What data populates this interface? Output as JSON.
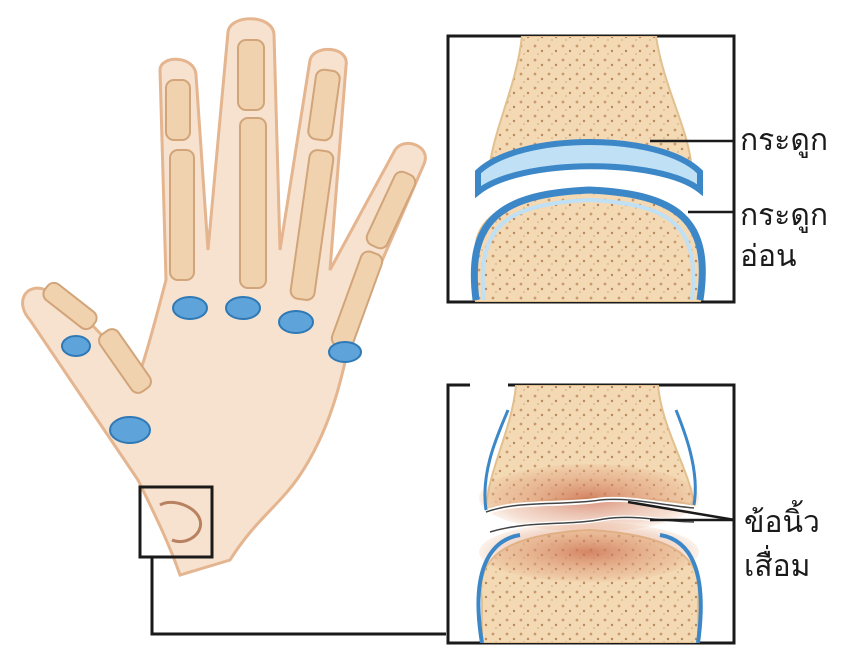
{
  "labels": {
    "bone": "กระดูก",
    "cartilage_line1": "กระดูก",
    "cartilage_line2": "อ่อน",
    "osteoarthritis_line1": "ข้อนิ้ว",
    "osteoarthritis_line2": "เสื่อม"
  },
  "colors": {
    "bone_fill": "#f3d9b4",
    "bone_pore": "#c99a6e",
    "cartilage_blue": "#4f97d3",
    "cartilage_light": "#bfe0f5",
    "inflamed": "#d98c6c",
    "skin": "#f6e2cf",
    "outline": "#1a1a1a"
  }
}
